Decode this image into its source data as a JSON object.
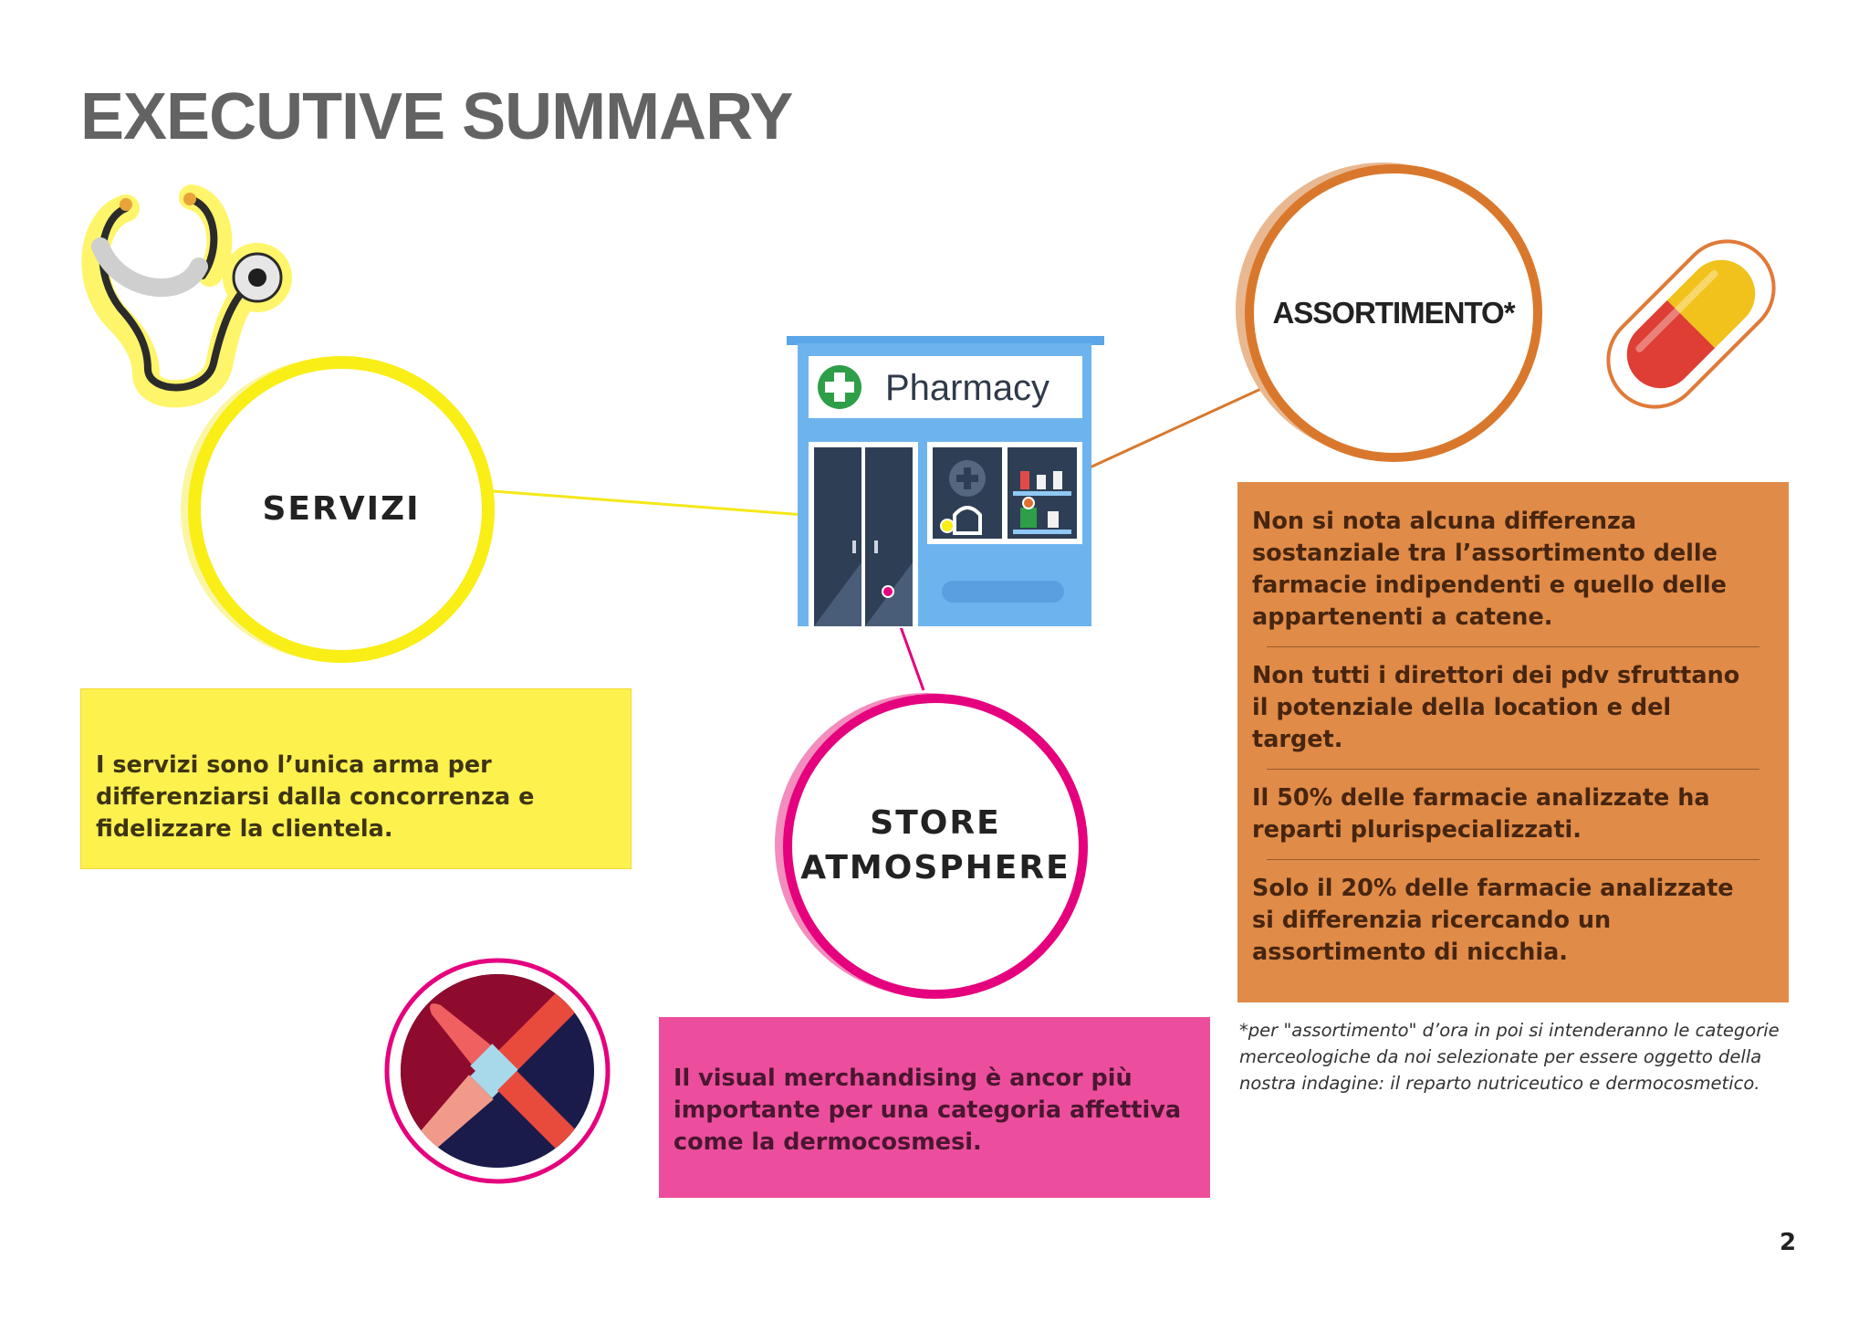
{
  "page": {
    "title": "EXECUTIVE SUMMARY",
    "page_number": "2"
  },
  "colors": {
    "yellow": "#fdf14e",
    "pink": "#ec4e9d",
    "orange": "#e08b48",
    "magenta": "#e5007e",
    "title": "#636363"
  },
  "icons": [
    "stethoscope-icon",
    "pharmacy-building-icon",
    "pill-capsule-icon",
    "makeup-brushes-icon"
  ],
  "pharmacy": {
    "sign": "Pharmacy"
  },
  "servizi": {
    "label": "SERVIZI",
    "text": "I servizi sono l’unica arma per differenziarsi dalla concorrenza e fidelizzare la clientela."
  },
  "store": {
    "label_line1": "STORE",
    "label_line2": "ATMOSPHERE",
    "text": "Il visual merchandising è ancor più importante per una categoria affettiva come la dermocosmesi."
  },
  "assortimento": {
    "label": "ASSORTIMENTO*",
    "items": [
      "Non si nota alcuna differenza sostanziale tra l’assortimento delle farmacie indipendenti e quello delle appartenenti a catene.",
      "Non tutti i direttori dei pdv sfruttano il potenziale della location e del target.",
      "Il 50% delle farmacie analizzate ha reparti plurispecializzati.",
      "Solo il 20% delle farmacie analizzate si differenzia ricercando un assortimento di nicchia."
    ],
    "footnote": "*per \"assortimento\" d’ora in poi si intenderanno le categorie merceologiche da noi selezionate per essere oggetto della nostra indagine: il reparto nutriceutico e dermocosmetico."
  }
}
